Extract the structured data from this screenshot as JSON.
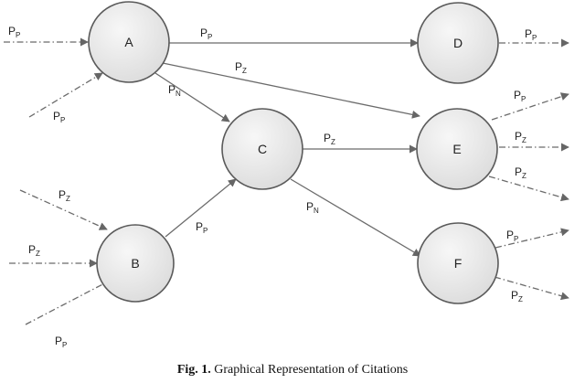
{
  "caption": {
    "prefix": "Fig. 1.",
    "text": "Graphical Representation of Citations"
  },
  "nodes": {
    "A": "A",
    "B": "B",
    "C": "C",
    "D": "D",
    "E": "E",
    "F": "F"
  },
  "labels": {
    "in_a_left": {
      "main": "P",
      "sub": "P"
    },
    "in_a_low": {
      "main": "P",
      "sub": "P"
    },
    "a_d": {
      "main": "P",
      "sub": "P"
    },
    "a_e": {
      "main": "P",
      "sub": "Z"
    },
    "a_c": {
      "main": "P",
      "sub": "N"
    },
    "d_out": {
      "main": "P",
      "sub": "P"
    },
    "c_e": {
      "main": "P",
      "sub": "Z"
    },
    "c_f": {
      "main": "P",
      "sub": "N"
    },
    "b_c": {
      "main": "P",
      "sub": "P"
    },
    "in_b_top": {
      "main": "P",
      "sub": "Z"
    },
    "in_b_mid": {
      "main": "P",
      "sub": "Z"
    },
    "in_b_low": {
      "main": "P",
      "sub": "P"
    },
    "e_out_up": {
      "main": "P",
      "sub": "P"
    },
    "e_out_mid": {
      "main": "P",
      "sub": "Z"
    },
    "e_out_down": {
      "main": "P",
      "sub": "Z"
    },
    "f_out_up": {
      "main": "P",
      "sub": "P"
    },
    "f_out_down": {
      "main": "P",
      "sub": "Z"
    }
  }
}
